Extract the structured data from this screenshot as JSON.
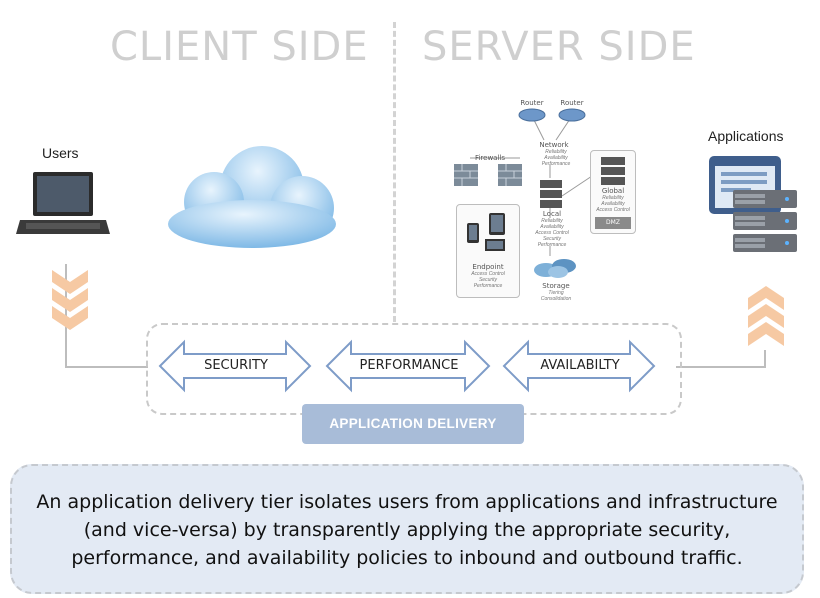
{
  "headings": {
    "client": "CLIENT SIDE",
    "server": "SERVER SIDE"
  },
  "labels": {
    "users": "Users",
    "applications": "Applications"
  },
  "network_diagram": {
    "router_1": "Router",
    "router_2": "Router",
    "network": {
      "title": "Network",
      "lines": [
        "Reliability",
        "Availability",
        "Performance"
      ]
    },
    "firewalls": "Firewalls",
    "local": {
      "title": "Local",
      "lines": [
        "Reliability",
        "Availability",
        "Access Control",
        "Security",
        "Performance"
      ]
    },
    "global": {
      "title": "Global",
      "lines": [
        "Reliability",
        "Availability",
        "Access Control"
      ]
    },
    "dmz": "DMZ",
    "endpoint": {
      "title": "Endpoint",
      "lines": [
        "Access Control",
        "Security",
        "Performance"
      ]
    },
    "storage": {
      "title": "Storage",
      "lines": [
        "Tiering",
        "Consolidation"
      ]
    }
  },
  "services": [
    "SECURITY",
    "PERFORMANCE",
    "AVAILABILTY"
  ],
  "application_delivery": "APPLICATION DELIVERY",
  "caption": "An application delivery tier isolates users from applications and infrastructure (and vice-versa) by transparently applying the appropriate security, performance, and availability policies to inbound and outbound traffic.",
  "colors": {
    "accent": "#a8bcd8",
    "arrow_stroke": "#7e9cc8",
    "chevron": "#f6c9a3",
    "cloud": "#8ec3ee"
  }
}
